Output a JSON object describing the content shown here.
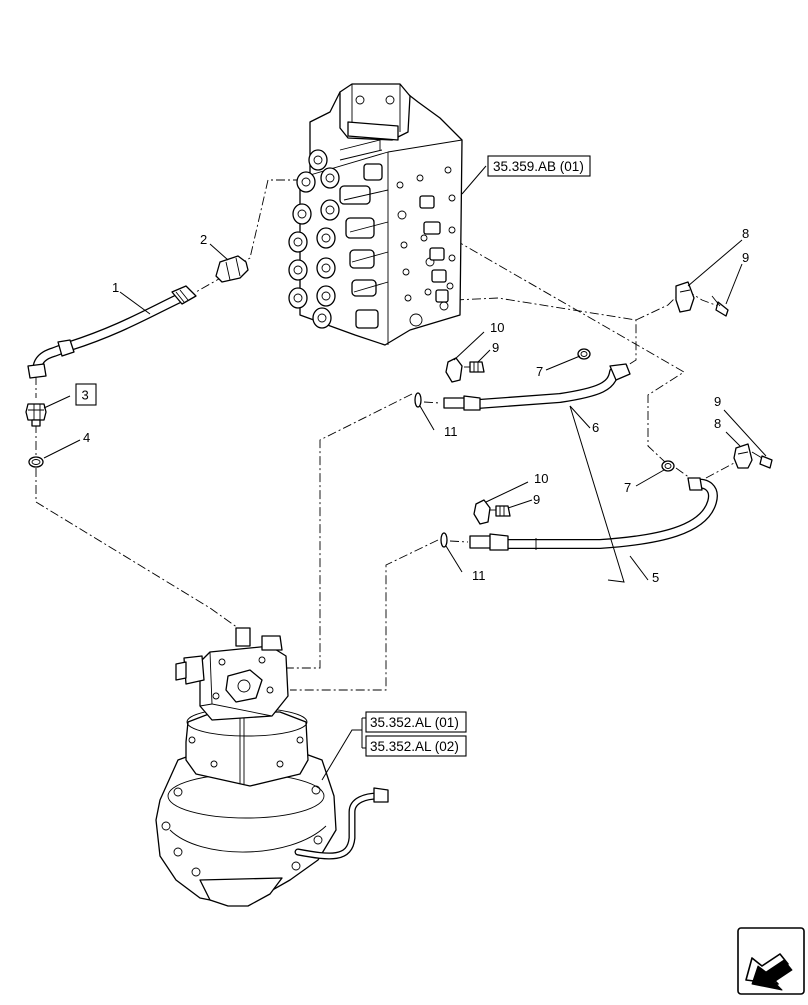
{
  "diagram": {
    "callouts": {
      "c1": "1",
      "c2": "2",
      "c3": "3",
      "c4": "4",
      "c5": "5",
      "c6": "6",
      "c7a": "7",
      "c7b": "7",
      "c8a": "8",
      "c8b": "8",
      "c9a": "9",
      "c9b": "9",
      "c9c": "9",
      "c9d": "9",
      "c10a": "10",
      "c10b": "10",
      "c11a": "11",
      "c11b": "11"
    },
    "references": {
      "control_valve": "35.359.AB (01)",
      "swing_motor_1": "35.352.AL (01)",
      "swing_motor_2": "35.352.AL (02)"
    },
    "nav_icon": "arrow-icon"
  }
}
